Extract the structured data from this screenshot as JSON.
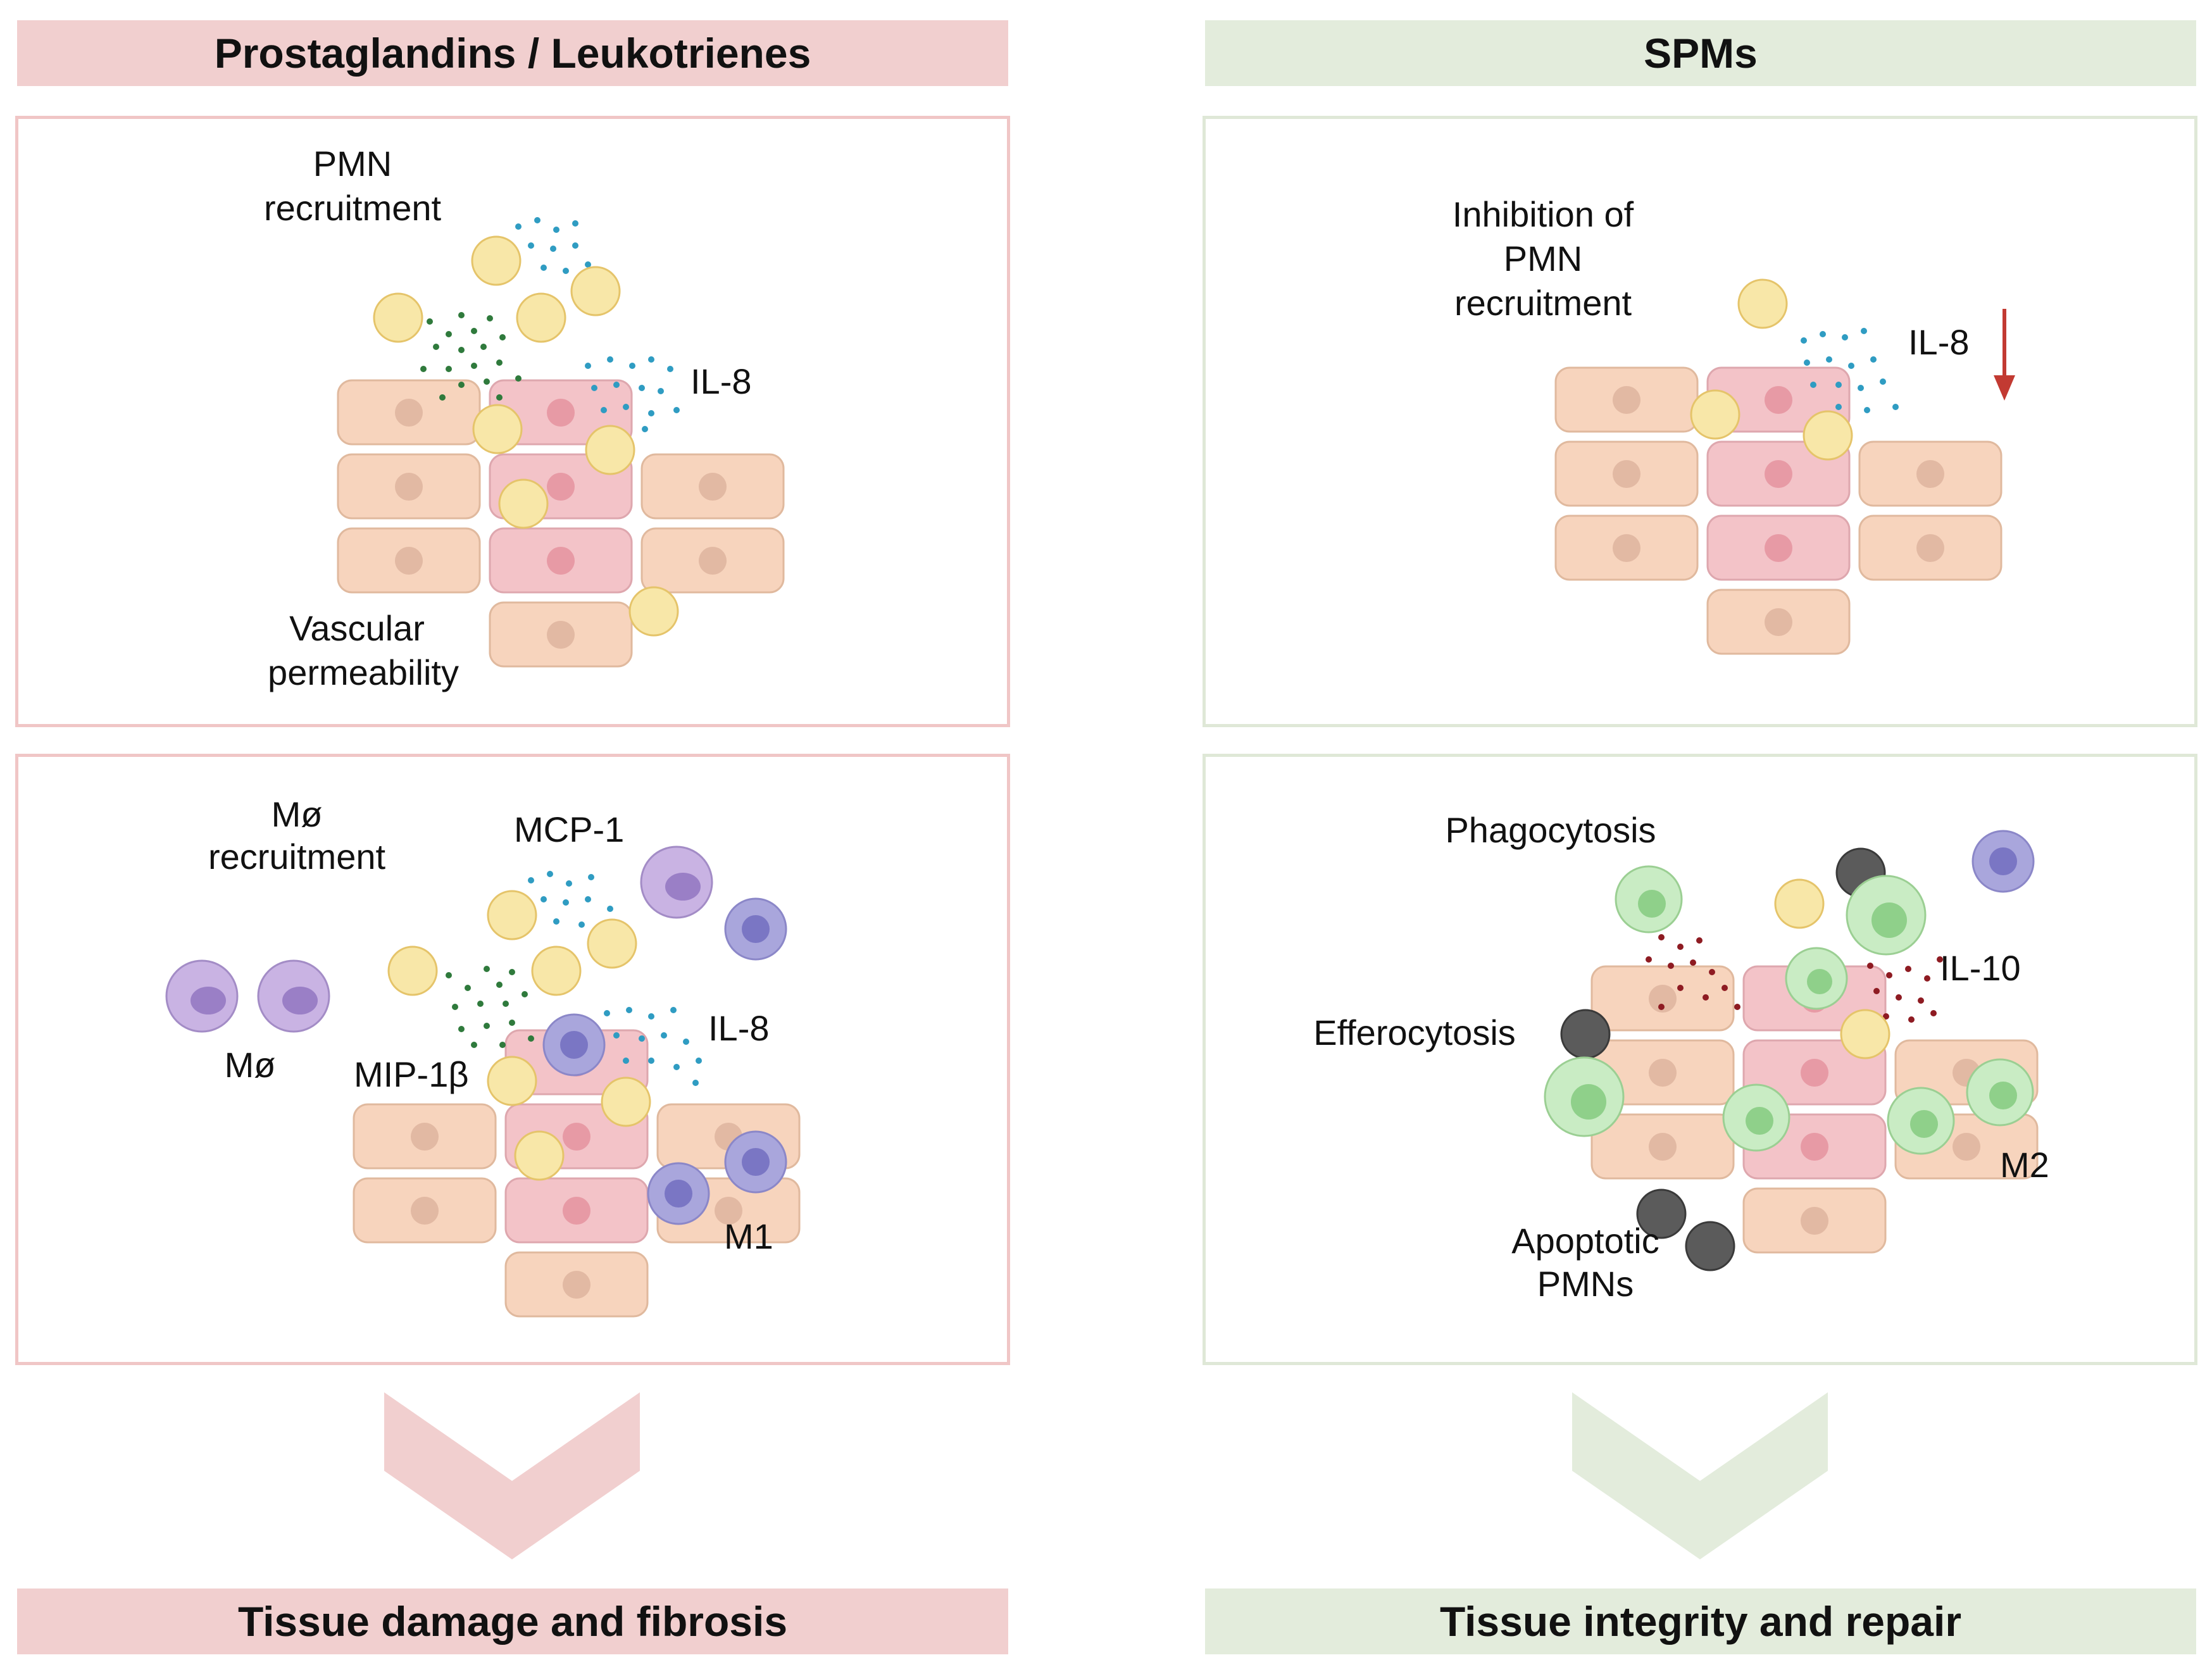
{
  "headers": {
    "left": "Prostaglandins / Leukotrienes",
    "right": "SPMs"
  },
  "footers": {
    "left": "Tissue damage and fibrosis",
    "right": "Tissue integrity and repair"
  },
  "panels": {
    "top_left": {
      "pmn_line1": "PMN",
      "pmn_line2": "recruitment",
      "il8": "IL-8",
      "vasc_line1": "Vascular",
      "vasc_line2": "permeability"
    },
    "bottom_left": {
      "mo_line1": "Mø",
      "mo_line2": "recruitment",
      "mcp1": "MCP-1",
      "il8": "IL-8",
      "mip": "MIP-1β",
      "mo": "Mø",
      "m1": "M1"
    },
    "top_right": {
      "inh_line1": "Inhibition of",
      "inh_line2": "PMN",
      "inh_line3": "recruitment",
      "il8": "IL-8"
    },
    "bottom_right": {
      "phago": "Phagocytosis",
      "il10": "IL-10",
      "effero": "Efferocytosis",
      "m2": "M2",
      "apo_line1": "Apoptotic",
      "apo_line2": "PMNs"
    }
  },
  "colors": {
    "left_accent": "#f1cfcf",
    "right_accent": "#e3ecdc",
    "cell_peach": "#f7d4bd",
    "cell_pink": "#f3c3c8",
    "neutrophil": "#f8e7a8",
    "macrophage": "#c9b3e3",
    "m1": "#a9a6dc",
    "m2": "#c9ecc4",
    "apoptotic": "#5b5b5b",
    "il8_dots": "#2f9cc2",
    "chemokine_dots": "#2f7a3c",
    "il10_dots": "#8e1b22",
    "arrow": "#c23a32"
  }
}
